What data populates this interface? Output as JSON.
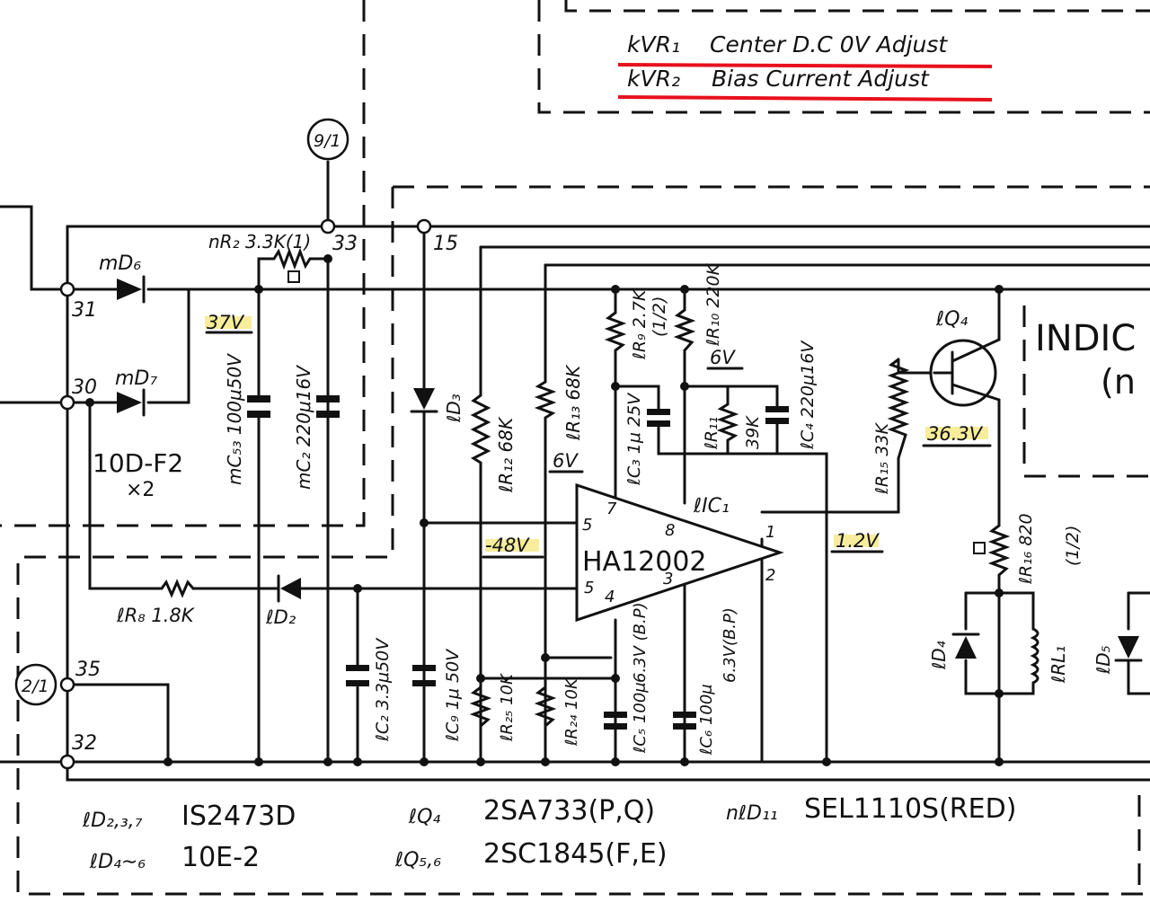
{
  "adjustments": [
    {
      "ref": "kVR₁",
      "desc": "Center D.C 0V Adjust"
    },
    {
      "ref": "kVR₂",
      "desc": "Bias Current Adjust"
    }
  ],
  "terminals": {
    "t31": "31",
    "t30": "30",
    "t33": "33",
    "t15": "15",
    "t35": "35",
    "t32": "32",
    "conn_top": "9/1",
    "conn_left": "2/1"
  },
  "voltages": {
    "v37": "37V",
    "v6a": "6V",
    "v6b": "6V",
    "vm48": "-48V",
    "v363": "36.3V",
    "v12": "1.2V"
  },
  "components": {
    "mD6": "mD₆",
    "mD7": "mD₇",
    "diode_type": "10D-F2",
    "diode_qty": "×2",
    "nR2": "nR₂ 3.3K(1)",
    "mC53": "mC₅₃ 100μ50V",
    "mC2": "mC₂ 220μ16V",
    "LD3": "ℓD₃",
    "LR12": "ℓR₁₂ 68K",
    "LR13": "ℓR₁₃ 68K",
    "LR9": "ℓR₉ 2.7K",
    "LR9_w": "(1/2)",
    "LR10": "ℓR₁₀ 220K",
    "LC3": "ℓC₃ 1μ 25V",
    "LR11": "ℓR₁₁",
    "LR11_v": "39K",
    "LC4": "ℓC₄ 220μ16V",
    "LIC1": "ℓIC₁",
    "ic_name": "HA12002",
    "pin8": "8",
    "pin7": "7",
    "pin5a": "5",
    "pin5b": "5",
    "pin4": "4",
    "pin3": "3",
    "pin1": "1",
    "pin2": "2",
    "LQ4": "ℓQ₄",
    "LR15": "ℓR₁₅ 33K",
    "LR16": "ℓR₁₆ 820",
    "LR16_w": "(1/2)",
    "LR8": "ℓR₈ 1.8K",
    "LD2": "ℓD₂",
    "LC2": "ℓC₂ 3.3μ50V",
    "LC9": "ℓC₉ 1μ 50V",
    "LR25": "ℓR₂₅ 10K",
    "LR24": "ℓR₂₄ 10K",
    "LC5": "ℓC₅ 100μ",
    "LC5_v": "6.3V (B.P)",
    "LC6": "ℓC₆ 100μ",
    "LC6_v": "6.3V(B.P)",
    "LD4": "ℓD₄",
    "LRL1": "ℓRL₁",
    "LD5": "ℓD₅"
  },
  "indicator": {
    "title": "INDIC",
    "sub": "(n"
  },
  "parts_list": [
    {
      "ref": "ℓD₂,₃,₇",
      "part": "IS2473D"
    },
    {
      "ref": "ℓD₄∼₆",
      "part": "10E-2"
    },
    {
      "ref": "ℓQ₄",
      "part": "2SA733(P,Q)"
    },
    {
      "ref": "ℓQ₅,₆",
      "part": "2SC1845(F,E)"
    },
    {
      "ref": "nℓD₁₁",
      "part": "SEL1110S(RED)"
    }
  ],
  "colors": {
    "highlight": "#e8101c",
    "ink": "#111111",
    "voltage_tag": "#f2e15a"
  }
}
